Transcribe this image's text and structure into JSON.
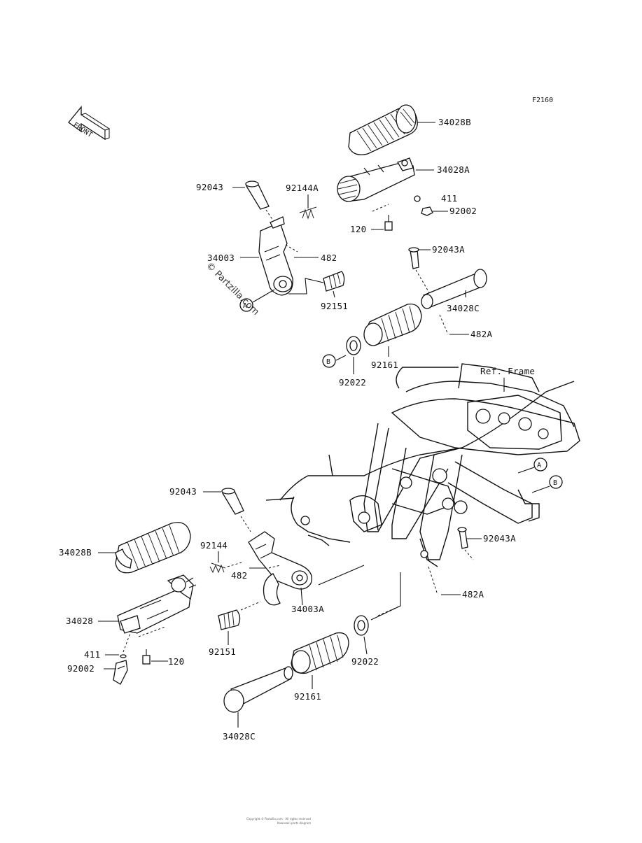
{
  "diagram": {
    "ref_code": "F2160",
    "front_label": "FRONT",
    "ref_frame_label": "Ref. Frame",
    "watermark": "© Partzilla.com",
    "footer_line1": "Copyright © Partzilla.com · All rights reserved",
    "footer_line2": "Kawasaki parts diagram",
    "circle_a": "A",
    "circle_b": "B",
    "labels": {
      "p34028B_top": "34028B",
      "p34028A": "34028A",
      "p92043_top": "92043",
      "p92144A": "92144A",
      "p411_top": "411",
      "p92002_top": "92002",
      "p120_top": "120",
      "p34003": "34003",
      "p482_top": "482",
      "p92043A_top": "92043A",
      "p92151_top": "92151",
      "p34028C_top": "34028C",
      "p482A_top": "482A",
      "p92161_top": "92161",
      "p92022_top": "92022",
      "p92043_bot": "92043",
      "p34028B_bot": "34028B",
      "p92144": "92144",
      "p482_bot": "482",
      "p34028": "34028",
      "p34003A": "34003A",
      "p92043A_bot": "92043A",
      "p482A_bot": "482A",
      "p411_bot": "411",
      "p92002_bot": "92002",
      "p120_bot": "120",
      "p92151_bot": "92151",
      "p92022_bot": "92022",
      "p92161_bot": "92161",
      "p34028C_bot": "34028C"
    }
  }
}
